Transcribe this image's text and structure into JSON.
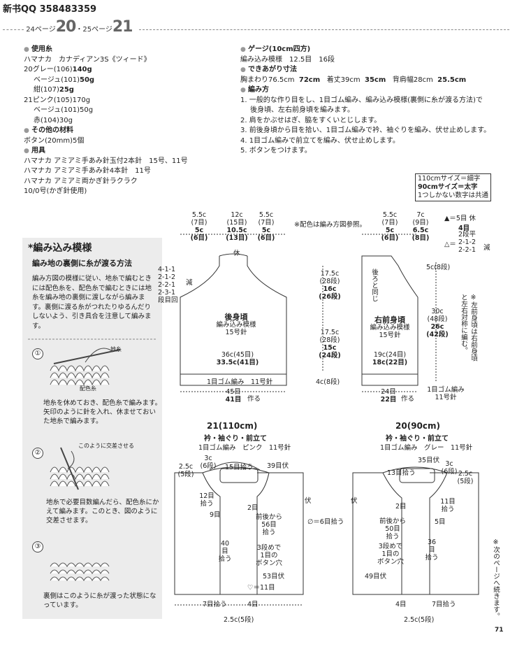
{
  "header": {
    "qq": "新书QQ 358483359",
    "page_left_label": "24ページ",
    "page_left_num": "20",
    "dot": "・",
    "page_right_label": "25ページ",
    "page_right_num": "21"
  },
  "materials": {
    "yarn_title": "使用糸",
    "yarn_brand": "ハマナカ　カナディアン3S《ツィード》",
    "v20_head": "20グレー(106)",
    "v20_head_w": "140g",
    "v20_beige": "ベージュ(101)",
    "v20_beige_w": "50g",
    "v20_navy": "紺(107)",
    "v20_navy_w": "25g",
    "v21_head": "21ピンク(105)170g",
    "v21_beige": "ベージュ(101)50g",
    "v21_red": "赤(104)30g",
    "other_title": "その他の材料",
    "other_item": "ボタン(20mm)5個",
    "tools_title": "用具",
    "tool1": "ハマナカ アミアミ手あみ針玉付2本針　15号、11号",
    "tool2": "ハマナカ アミアミ手あみ針4本針　11号",
    "tool3": "ハマナカ アミアミ両かぎ針ラクラク",
    "tool4": "10/0号(かぎ針使用)"
  },
  "gauge": {
    "title": "ゲージ(10cm四方)",
    "value": "編み込み模様　12.5目　16段",
    "finish_title": "できあがり寸法",
    "finish_a": "胸まわり76.5cm",
    "finish_a2": "72cm",
    "finish_b": "着丈39cm",
    "finish_b2": "35cm",
    "finish_c": "背肩幅28cm",
    "finish_c2": "25.5cm",
    "method_title": "編み方",
    "step1": "1. 一般的な作り目をし、1目ゴム編み、編み込み模様(裏側に糸が渡る方法)で",
    "step1b": "後身頃、左右前身頃を編みます。",
    "step2": "2. 肩をかぶせはぎ、脇をすくいとじします。",
    "step3": "3. 前後身頃から目を拾い、1目ゴム編みで衿、袖ぐりを編み、伏せ止めします。",
    "step4": "4. 1目ゴム編みで前立てを編み、伏せ止めします。",
    "step5": "5. ボタンをつけます。"
  },
  "legend": {
    "l1": "110cmサイズ＝細字",
    "l2": "90cmサイズ＝太字",
    "l3": "1つしかない数字は共通"
  },
  "pattern": {
    "title": "*編み込み模様",
    "subtitle": "編み地の裏側に糸が渡る方法",
    "desc": "編み方図の模様に従い、地糸で編むときには配色糸を、配色糸で編むときには地糸を編み地の裏側に渡しながら編みます。裏側に渡る糸がつれたりゆるんだりしないよう、引き具合を注意して編みます。",
    "s1": "①",
    "s1_jiito": "地糸",
    "s1_haishoku": "配色糸",
    "s1_text": "地糸を休めておき、配色糸で編みます。矢印のように針を入れ、休ませておいた地糸で編みます。",
    "s2": "②",
    "s2_note": "このように交差させる",
    "s2_text": "地糸で必要目数編んだら、配色糸にかえて編みます。このとき、図のように交差させます。",
    "s3": "③",
    "s3_text": "裏側はこのように糸が渡った状態になっています。"
  },
  "back": {
    "note": "※配色は編み方図参照。",
    "t1": "5.5c",
    "t1b": "(7目)",
    "t1c": "5c",
    "t1d": "(6目)",
    "t2": "12c",
    "t2b": "(15目)",
    "t2c": "10.5c",
    "t2d": "(13目)",
    "t3": "5.5c",
    "t3b": "(7目)",
    "t3c": "5c",
    "t3d": "(6目)",
    "kyu": "休",
    "dec": "4-1-1\n2-1-2\n2-2-1\n2-3-1\n段目回",
    "gen": "減",
    "h1": "17.5c",
    "h1b": "(28段)",
    "h1c": "16c",
    "h1d": "(26段)",
    "h2": "17.5c",
    "h2b": "(28段)",
    "h2c": "15c",
    "h2d": "(24段)",
    "h3": "4c(8段)",
    "name": "後身頃",
    "pat": "編み込み模様",
    "needle": "15号針",
    "w1": "36c(45目)",
    "w1b": "33.5c(41目)",
    "rib": "1目ゴム編み　11号針",
    "cast": "45目",
    "cast_b": "41目",
    "tsukuru": "作る"
  },
  "front": {
    "t1": "5.5c",
    "t1b": "(7目)",
    "t1c": "5c",
    "t1d": "(6目)",
    "t2": "7c",
    "t2b": "(9目)",
    "t2c": "6.5c",
    "t2d": "(8目)",
    "r1": "5目",
    "r1b": "4目",
    "r1c": "休",
    "r2": "2段平\n2-1-2\n2-2-1",
    "r2c": "減",
    "sym_a": "▲＝",
    "sym_b": "△＝",
    "r3": "5c(8段)",
    "same": "後ろと同じ",
    "h1": "30c",
    "h1b": "(48段)",
    "h1c": "26c",
    "h1d": "(42段)",
    "note": "※左前身頃は右前身頃と左右対称に編む。",
    "name": "右前身頃",
    "pat": "編み込み模様",
    "needle": "15号針",
    "w1": "19c(24目)",
    "w1b": "18c(22目)",
    "cast": "24目",
    "cast_b": "22目",
    "tsukuru": "作る",
    "rib": "1目ゴム編み",
    "rib2": "11号針"
  },
  "size110": {
    "title": "21",
    "size": "(110cm)",
    "sub": "衿・袖ぐり・前立て",
    "sub2": "1目ゴム編み　ピンク　11号針",
    "a1": "3c",
    "a1b": "(6段)",
    "a2": "2.5c",
    "a2b": "(5段)",
    "a3": "15目拾う",
    "a4": "39目伏",
    "a5": "12目",
    "a5b": "拾う",
    "a6": "2目",
    "a7": "伏",
    "a8": "9目",
    "a9": "前後から",
    "a9b": "56目",
    "a9c": "拾う",
    "a10": "∅＝6目拾う",
    "a11": "40",
    "a11b": "目",
    "a11c": "拾う",
    "a12": "3段めで",
    "a12b": "1目の",
    "a12c": "ボタン穴",
    "a13": "53目伏",
    "a14": "♡＝11目",
    "a15": "7目拾う",
    "a16": "4目",
    "a17": "2.5c(5段)"
  },
  "size90": {
    "title": "20",
    "size": "(90cm)",
    "sub": "衿・袖ぐり・前立て",
    "sub2": "1目ゴム編み　グレー　11号針",
    "a1": "35目伏",
    "a2": "3c",
    "a2b": "(6段)",
    "a3": "2.5c",
    "a3b": "(5段)",
    "a4": "13目拾う",
    "a5": "伏",
    "a6": "11目",
    "a6b": "拾う",
    "a7": "2目",
    "a8": "前後から",
    "a8b": "50目",
    "a8c": "拾う",
    "a9": "5目",
    "a10": "36",
    "a10b": "目",
    "a10c": "拾う",
    "a11": "3段めで",
    "a11b": "1目の",
    "a11c": "ボタン穴",
    "a12": "49目伏",
    "a13": "4目",
    "a14": "7目拾う",
    "a15": "2.5c(5段)",
    "next": "※次のページへ続きます。"
  },
  "footer": {
    "page": "71"
  }
}
